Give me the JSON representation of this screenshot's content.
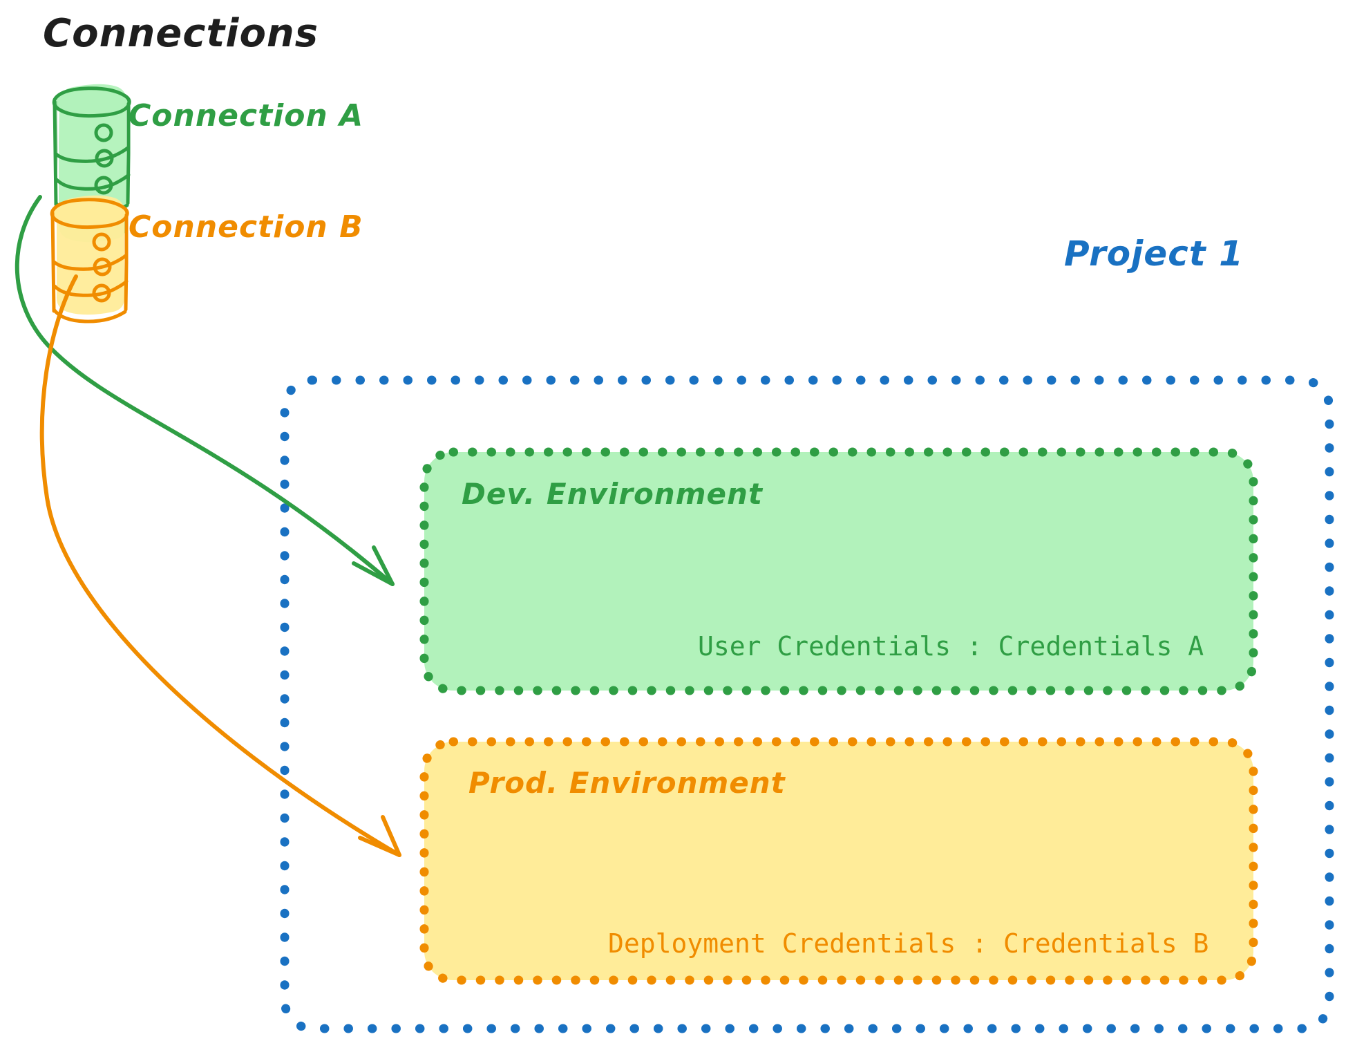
{
  "diagram": {
    "title": "Connections",
    "connections": [
      {
        "id": "a",
        "label": "Connection A",
        "color": "#2f9e44",
        "fill": "#b2f2bb",
        "icon": "database-cylinder-icon"
      },
      {
        "id": "b",
        "label": "Connection B",
        "color": "#f08c00",
        "fill": "#ffec99",
        "icon": "database-cylinder-icon"
      }
    ],
    "project": {
      "label": "Project 1",
      "color": "#1971c2",
      "border_style": "dotted",
      "environments": [
        {
          "id": "dev",
          "title": "Dev. Environment",
          "credential_label": "User Credentials",
          "credential_separator": ":",
          "credential_value": "Credentials A",
          "credential_text": "User Credentials : Credentials A",
          "color": "#2f9e44",
          "fill": "#b2f2bb",
          "border_style": "dotted"
        },
        {
          "id": "prod",
          "title": "Prod. Environment",
          "credential_label": "Deployment Credentials",
          "credential_separator": ":",
          "credential_value": "Credentials B",
          "credential_text": "Deployment Credentials : Credentials B",
          "color": "#f08c00",
          "fill": "#ffec99",
          "border_style": "dotted"
        }
      ]
    },
    "arrows": [
      {
        "id": "a-to-dev",
        "from": "Connection A",
        "to": "Dev. Environment",
        "color": "#2f9e44"
      },
      {
        "id": "b-to-prod",
        "from": "Connection B",
        "to": "Prod. Environment",
        "color": "#f08c00"
      }
    ]
  },
  "colors": {
    "green_stroke": "#2f9e44",
    "green_fill": "#b2f2bb",
    "orange_stroke": "#f08c00",
    "orange_fill": "#ffec99",
    "blue_stroke": "#1971c2",
    "black_text": "#1e1e1e",
    "background": "#ffffff"
  }
}
